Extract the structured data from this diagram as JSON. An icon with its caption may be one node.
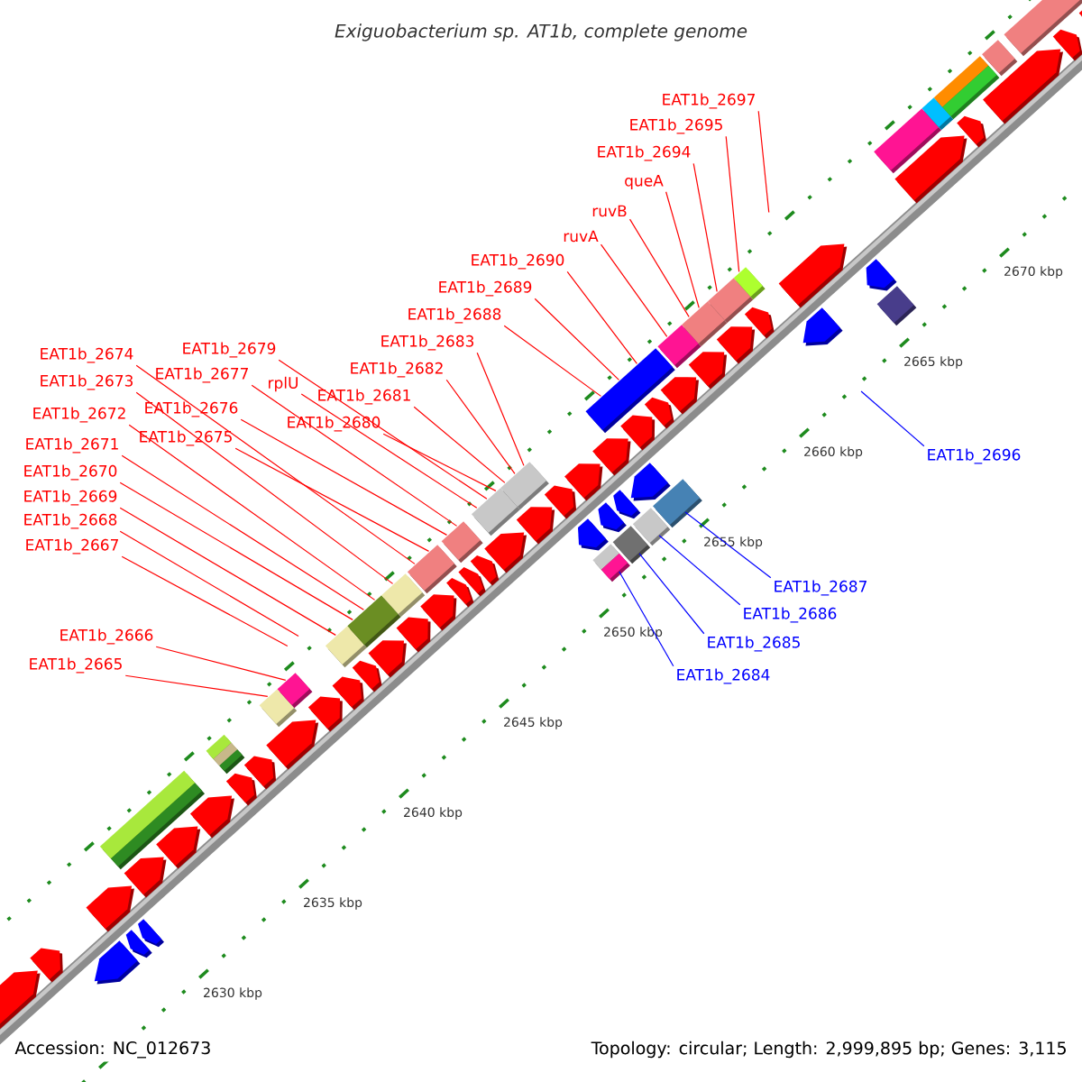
{
  "diagram": {
    "title": "Exiguobacterium sp. AT1b, complete genome",
    "nodes": [
      {
        "text": [
          "EAT1b_2665"
        ]
      },
      {
        "text": [
          "EAT1b_2666"
        ]
      },
      {
        "text": [
          "EAT1b_2667"
        ]
      },
      {
        "text": [
          "EAT1b_2668"
        ]
      },
      {
        "text": [
          "EAT1b_2669"
        ]
      },
      {
        "text": [
          "EAT1b_2670"
        ]
      },
      {
        "text": [
          "EAT1b_2671"
        ]
      },
      {
        "text": [
          "EAT1b_2672"
        ]
      },
      {
        "text": [
          "EAT1b_2673"
        ]
      },
      {
        "text": [
          "EAT1b_2674"
        ]
      },
      {
        "text": [
          "EAT1b_2675"
        ]
      },
      {
        "text": [
          "EAT1b_2676"
        ]
      },
      {
        "text": [
          "EAT1b_2677"
        ]
      },
      {
        "text": [
          "rplU"
        ]
      },
      {
        "text": [
          "EAT1b_2679"
        ]
      },
      {
        "text": [
          "EAT1b_2680"
        ]
      },
      {
        "text": [
          "EAT1b_2681"
        ]
      },
      {
        "text": [
          "EAT1b_2682"
        ]
      },
      {
        "text": [
          "EAT1b_2683"
        ]
      },
      {
        "text": [
          "EAT1b_2688"
        ]
      },
      {
        "text": [
          "EAT1b_2689"
        ]
      },
      {
        "text": [
          "EAT1b_2690"
        ]
      },
      {
        "text": [
          "ruvA"
        ]
      },
      {
        "text": [
          "ruvB"
        ]
      },
      {
        "text": [
          "queA"
        ]
      },
      {
        "text": [
          "EAT1b_2694"
        ]
      },
      {
        "text": [
          "EAT1b_2695"
        ]
      },
      {
        "text": [
          "EAT1b_2697"
        ]
      },
      {
        "text": [
          "EAT1b_2684"
        ]
      },
      {
        "text": [
          "EAT1b_2685"
        ]
      },
      {
        "text": [
          "EAT1b_2686"
        ]
      },
      {
        "text": [
          "EAT1b_2687"
        ]
      },
      {
        "text": [
          "EAT1b_2696"
        ]
      },
      {
        "text": [],
        "shape": "box"
      },
      {
        "text": [],
        "shape": "box"
      },
      {
        "text": [],
        "shape": "box"
      },
      {
        "text": [],
        "shape": "box"
      },
      {
        "text": [],
        "shape": "box"
      },
      {
        "text": [],
        "shape": "box"
      },
      {
        "text": [],
        "shape": "box"
      },
      {
        "text": [],
        "shape": "box"
      },
      {
        "text": [],
        "shape": "box"
      },
      {
        "text": [],
        "shape": "box"
      },
      {
        "text": [],
        "shape": "box"
      },
      {
        "text": [],
        "shape": "box"
      },
      {
        "text": [],
        "shape": "box"
      },
      {
        "text": [],
        "shape": "box"
      },
      {
        "text": [],
        "shape": "box"
      },
      {
        "text": [],
        "shape": "box"
      },
      {
        "text": [],
        "shape": "box"
      },
      {
        "text": [],
        "shape": "box"
      }
    ],
    "edges": [
      {
        "from": 0,
        "to": 33,
        "arrow": "none"
      },
      {
        "from": 1,
        "to": 34,
        "arrow": "none"
      },
      {
        "from": 2,
        "to": null,
        "arrow": "none"
      },
      {
        "from": 3,
        "to": null,
        "arrow": "none"
      },
      {
        "from": 4,
        "to": 35,
        "arrow": "none"
      },
      {
        "from": 5,
        "to": 36,
        "arrow": "none"
      },
      {
        "from": 6,
        "to": 36,
        "arrow": "none"
      },
      {
        "from": 7,
        "to": 36,
        "arrow": "none"
      },
      {
        "from": 8,
        "to": 37,
        "arrow": "none"
      },
      {
        "from": 9,
        "to": 38,
        "arrow": "none"
      },
      {
        "from": 10,
        "to": 38,
        "arrow": "none"
      },
      {
        "from": 11,
        "to": 39,
        "arrow": "none"
      },
      {
        "from": 12,
        "to": 39,
        "arrow": "none"
      },
      {
        "from": 13,
        "to": 40,
        "arrow": "none"
      },
      {
        "from": 14,
        "to": 40,
        "arrow": "none"
      },
      {
        "from": 15,
        "to": 40,
        "arrow": "none"
      },
      {
        "from": 16,
        "to": 41,
        "arrow": "none"
      },
      {
        "from": 17,
        "to": 41,
        "arrow": "none"
      },
      {
        "from": 18,
        "to": 41,
        "arrow": "none"
      },
      {
        "from": 19,
        "to": 42,
        "arrow": "none"
      },
      {
        "from": 20,
        "to": 42,
        "arrow": "none"
      },
      {
        "from": 21,
        "to": 42,
        "arrow": "none"
      },
      {
        "from": 22,
        "to": 43,
        "arrow": "none"
      },
      {
        "from": 23,
        "to": 44,
        "arrow": "none"
      },
      {
        "from": 24,
        "to": 44,
        "arrow": "none"
      },
      {
        "from": 25,
        "to": 45,
        "arrow": "none"
      },
      {
        "from": 26,
        "to": 46,
        "arrow": "none"
      },
      {
        "from": 27,
        "to": null,
        "arrow": "none"
      },
      {
        "from": 28,
        "to": 47,
        "arrow": "none",
        "color": "#0000ff"
      },
      {
        "from": 29,
        "to": 48,
        "arrow": "none",
        "color": "#0000ff"
      },
      {
        "from": 30,
        "to": 49,
        "arrow": "none",
        "color": "#0000ff"
      },
      {
        "from": 31,
        "to": 50,
        "arrow": "none",
        "color": "#0000ff"
      },
      {
        "from": 32,
        "to": null,
        "arrow": "none",
        "color": "#0000ff"
      }
    ],
    "labels": [
      "2630 kbp",
      "2635 kbp",
      "2640 kbp",
      "2645 kbp",
      "2650 kbp",
      "2655 kbp",
      "2660 kbp",
      "2665 kbp",
      "2670 kbp",
      "Accession: NC_012673",
      "Topology: circular; Length: 2,999,895 bp; Genes: 3,115"
    ]
  }
}
